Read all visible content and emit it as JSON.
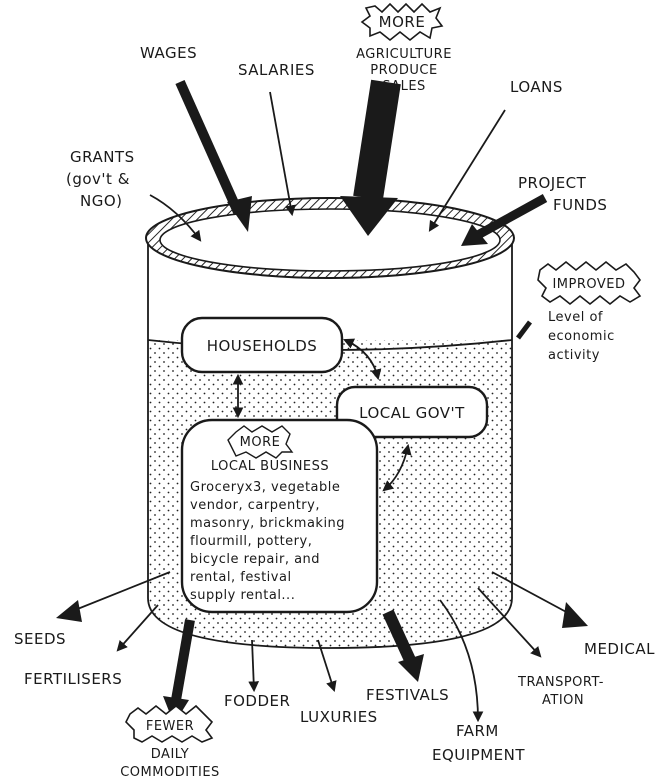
{
  "inflows": {
    "wages": "WAGES",
    "salaries": "SALARIES",
    "more_badge": "MORE",
    "agriculture": [
      "AGRICULTURE",
      "PRODUCE",
      "SALES"
    ],
    "loans": "LOANS",
    "grants": [
      "GRANTS",
      "(gov't &",
      "NGO)"
    ],
    "project_funds": [
      "PROJECT",
      "FUNDS"
    ]
  },
  "activity": {
    "improved_badge": "IMPROVED",
    "lines": [
      "Level of",
      "economic",
      "activity"
    ]
  },
  "nodes": {
    "households": "HOUSEHOLDS",
    "local_govt": "LOCAL GOV'T",
    "business_badge": "MORE",
    "business_title": "LOCAL BUSINESS",
    "business_lines": [
      "Groceryx3, vegetable",
      "vendor, carpentry,",
      "masonry, brickmaking",
      "flourmill, pottery,",
      "bicycle repair, and",
      "rental, festival",
      "supply rental..."
    ]
  },
  "outflows": {
    "seeds": "SEEDS",
    "fertilisers": "FERTILISERS",
    "fewer_badge": "FEWER",
    "daily_commodities": [
      "DAILY",
      "COMMODITIES"
    ],
    "fodder": "FODDER",
    "luxuries": "LUXURIES",
    "festivals": "FESTIVALS",
    "farm_equipment": [
      "FARM",
      "EQUIPMENT"
    ],
    "transportation": [
      "TRANSPORT-",
      "ATION"
    ],
    "medical": "MEDICAL"
  }
}
